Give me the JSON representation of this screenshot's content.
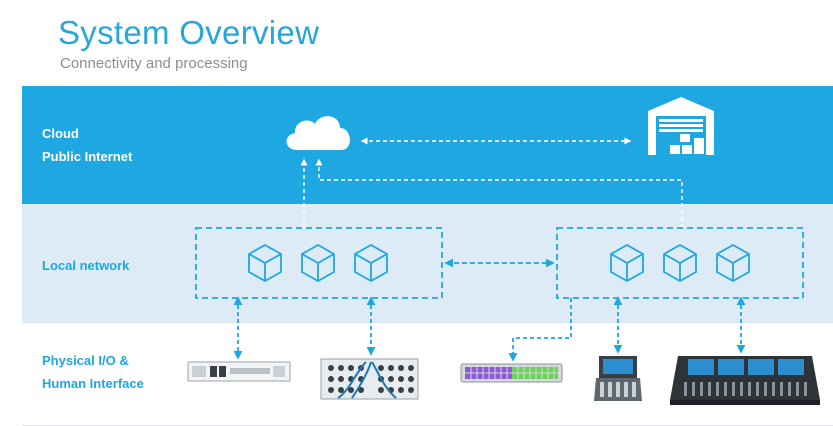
{
  "header": {
    "title": "System Overview",
    "subtitle": "Connectivity and processing"
  },
  "layers": {
    "cloud": {
      "line1": "Cloud",
      "line2": "Public Internet"
    },
    "local": {
      "line1": "Local network"
    },
    "physical": {
      "line1": "Physical I/O &",
      "line2": "Human Interface"
    }
  },
  "colors": {
    "accent": "#1fa7e1",
    "cloud_band": "#1fa7e1",
    "local_band": "#dcebf5",
    "title": "#27a6d9",
    "subtitle": "#8a8f94"
  },
  "icons": [
    "cloud-icon",
    "warehouse-icon",
    "cube-icon",
    "rack-unit-icon",
    "io-box-icon",
    "stagebox-icon",
    "small-console-icon",
    "large-console-icon"
  ]
}
